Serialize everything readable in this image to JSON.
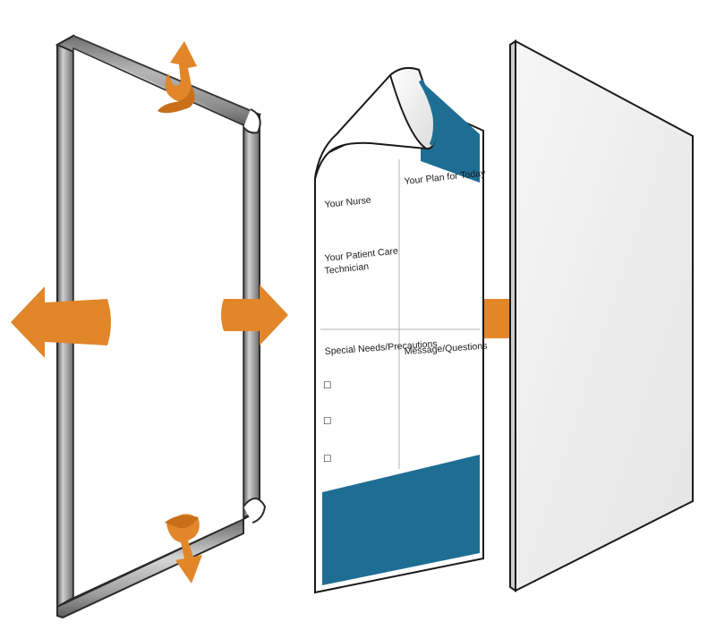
{
  "colors": {
    "arrow": "#e2862a",
    "poster_band": "#1e6e94",
    "frame_metal": "#8e8e8e",
    "frame_outline": "#2b2b2b",
    "panel_fill": "#eeeeee"
  },
  "poster": {
    "your_nurse": "Your Nurse",
    "your_plan": "Your Plan for Today",
    "technician_line1": "Your Patient Care",
    "technician_line2": "Technician",
    "special_needs": "Special Needs/Precautions",
    "messages": "Message/Questions",
    "checkbox_glyph": "☐"
  },
  "icons": {
    "arrows": [
      "arrow-left-icon",
      "arrow-right-icon",
      "arrow-into-poster-icon",
      "arrow-curl-top-icon",
      "arrow-curl-bottom-icon"
    ]
  }
}
